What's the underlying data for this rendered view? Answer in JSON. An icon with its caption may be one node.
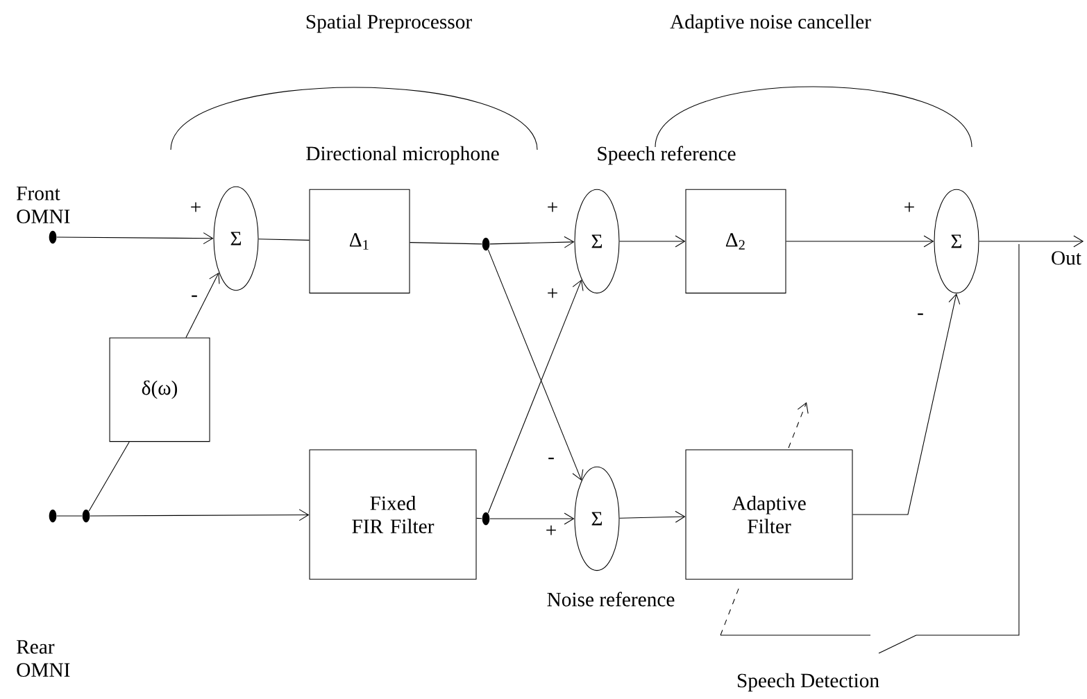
{
  "diagram": {
    "nodes": [
      {
        "text": [],
        "shape": "circle"
      },
      {
        "text": [],
        "shape": "circle"
      },
      {
        "text": [],
        "shape": "circle"
      },
      {
        "text": [
          "Σ"
        ]
      },
      {
        "text": [
          "δ(ω)"
        ]
      },
      {
        "text": [
          "Δ$_{1}$"
        ]
      },
      {
        "text": [],
        "shape": "circle"
      },
      {
        "text": [
          "Fixed FIR Filter"
        ]
      },
      {
        "text": [],
        "shape": "circle"
      },
      {
        "text": [
          "Σ"
        ]
      },
      {
        "text": [
          "Σ"
        ]
      },
      {
        "text": [
          "Δ$_{2}$"
        ]
      },
      {
        "text": [
          "Adaptive Filter"
        ]
      },
      {
        "text": [
          "Σ"
        ]
      },
      {
        "text": [
          "Out"
        ]
      }
    ],
    "edges": [
      {
        "from": 0,
        "to": 3,
        "arrow": "to"
      },
      {
        "from": 1,
        "to": 2,
        "arrow": "none"
      },
      {
        "from": 2,
        "to": 7,
        "arrow": "to"
      },
      {
        "from": 2,
        "to": 4,
        "arrow": "none"
      },
      {
        "from": 4,
        "to": 3,
        "arrow": "to"
      },
      {
        "from": 3,
        "to": 5,
        "arrow": "none"
      },
      {
        "from": 5,
        "to": 6,
        "arrow": "none"
      },
      {
        "from": 6,
        "to": 9,
        "arrow": "to"
      },
      {
        "from": 6,
        "to": 10,
        "arrow": "to"
      },
      {
        "from": 7,
        "to": 8,
        "arrow": "none"
      },
      {
        "from": 8,
        "to": 9,
        "arrow": "to"
      },
      {
        "from": 8,
        "to": 10,
        "arrow": "to"
      },
      {
        "from": 9,
        "to": 11,
        "arrow": "to"
      },
      {
        "from": 10,
        "to": 12,
        "arrow": "to"
      },
      {
        "from": 11,
        "to": 13,
        "arrow": "to"
      },
      {
        "from": 12,
        "to": 13,
        "arrow": "to"
      },
      {
        "from": 13,
        "to": 14,
        "arrow": "to"
      }
    ],
    "labels": [
      "Spatial Preprocessor",
      "Adaptive noise canceller",
      "Front OMNI",
      "Directional microphone",
      "Speech reference",
      "+",
      "+",
      "+",
      "-",
      "+",
      "-",
      "-",
      "+",
      "Rear OMNI",
      "Noise reference",
      "Speech Detection"
    ]
  }
}
